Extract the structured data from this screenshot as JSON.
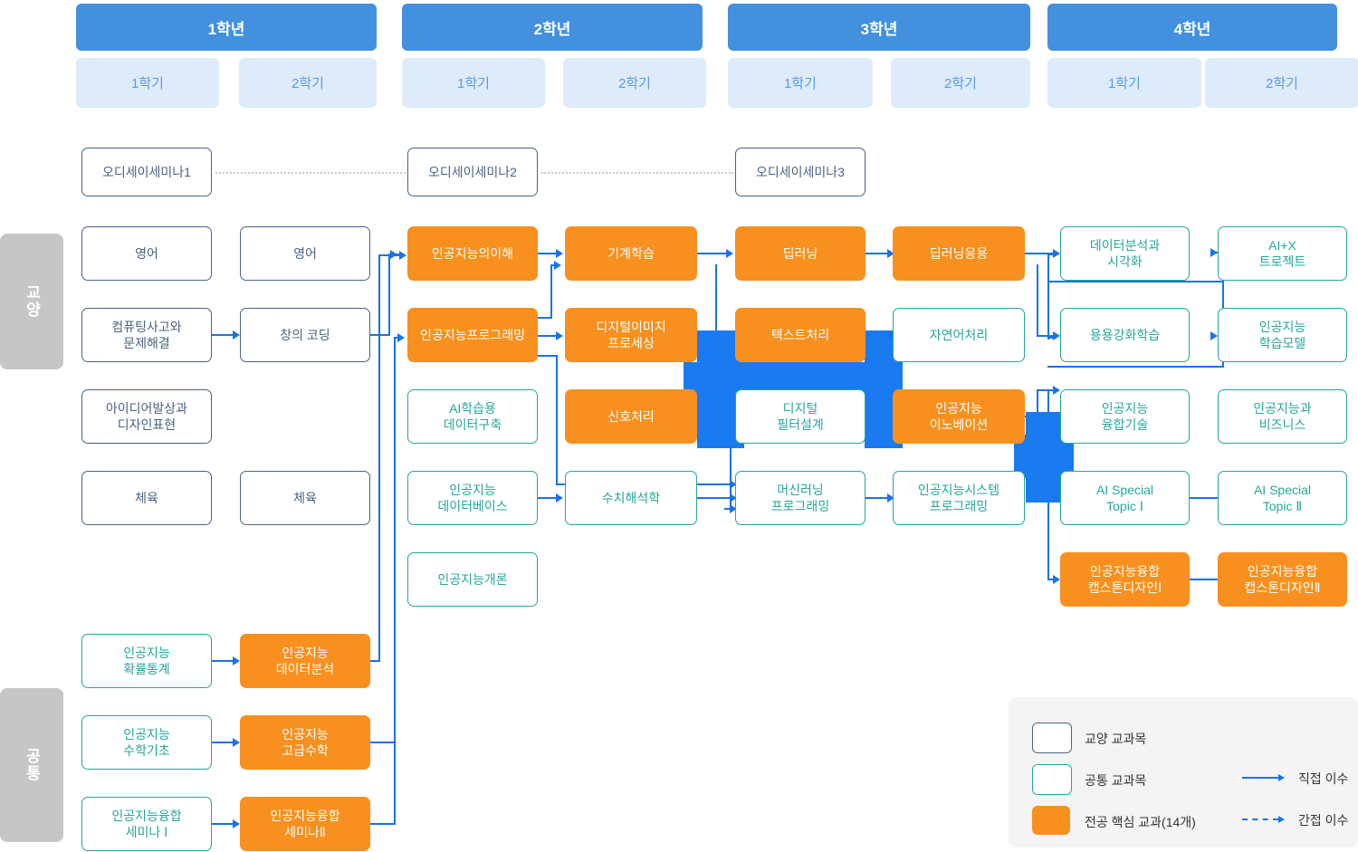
{
  "header": {
    "years": [
      {
        "label": "1학년",
        "semesters": [
          "1학기",
          "2학기"
        ]
      },
      {
        "label": "2학년",
        "semesters": [
          "1학기",
          "2학기"
        ]
      },
      {
        "label": "3학년",
        "semesters": [
          "1학기",
          "2학기"
        ]
      },
      {
        "label": "4학년",
        "semesters": [
          "1학기",
          "2학기"
        ]
      }
    ]
  },
  "rails": [
    {
      "label": "교양"
    },
    {
      "label": "공통"
    }
  ],
  "seminars": [
    {
      "label": "오디세이세미나1"
    },
    {
      "label": "오디세이세미나2"
    },
    {
      "label": "오디세이세미나3"
    }
  ],
  "courses": {
    "y1s1": [
      {
        "label": "영어",
        "type": "gen"
      },
      {
        "label": "컴퓨팅사고와\n문제해결",
        "type": "gen"
      },
      {
        "label": "아이디어발상과\n디자인표현",
        "type": "gen"
      },
      {
        "label": "체육",
        "type": "gen"
      }
    ],
    "y1s2": [
      {
        "label": "영어",
        "type": "gen"
      },
      {
        "label": "창의 코딩",
        "type": "gen"
      },
      {
        "label": "체육",
        "type": "gen"
      }
    ],
    "y1s1_common": [
      {
        "label": "인공지능\n확률통계",
        "type": "com"
      },
      {
        "label": "인공지능\n수학기초",
        "type": "com"
      },
      {
        "label": "인공지능융합\n세미나 Ⅰ",
        "type": "com"
      }
    ],
    "y1s2_common": [
      {
        "label": "인공지능\n데이터분석",
        "type": "maj"
      },
      {
        "label": "인공지능\n고급수학",
        "type": "maj"
      },
      {
        "label": "인공지능융합\n세미나Ⅱ",
        "type": "maj"
      }
    ],
    "y2s1": [
      {
        "label": "인공지능의이해",
        "type": "maj"
      },
      {
        "label": "인공지능프로그래밍",
        "type": "maj"
      },
      {
        "label": "AI학습용\n데이터구축",
        "type": "com"
      },
      {
        "label": "인공지능\n데이터베이스",
        "type": "com"
      },
      {
        "label": "인공지능개론",
        "type": "com"
      }
    ],
    "y2s2": [
      {
        "label": "기계학습",
        "type": "maj"
      },
      {
        "label": "디지털이미지\n프로세싱",
        "type": "maj"
      },
      {
        "label": "신호처리",
        "type": "maj"
      },
      {
        "label": "수치해석학",
        "type": "com"
      }
    ],
    "y3s1": [
      {
        "label": "딥러닝",
        "type": "maj"
      },
      {
        "label": "텍스트처리",
        "type": "maj"
      },
      {
        "label": "디지털\n필터설계",
        "type": "com"
      },
      {
        "label": "머신러닝\n프로그래밍",
        "type": "com"
      }
    ],
    "y3s2": [
      {
        "label": "딥러닝응용",
        "type": "maj"
      },
      {
        "label": "자연어처리",
        "type": "com"
      },
      {
        "label": "인공지능\n이노베이션",
        "type": "maj"
      },
      {
        "label": "인공지능시스템\n프로그래밍",
        "type": "com"
      }
    ],
    "y4s1": [
      {
        "label": "데이터분석과\n시각화",
        "type": "com"
      },
      {
        "label": "용용강화학습",
        "type": "com"
      },
      {
        "label": "인공지능\n융합기술",
        "type": "com"
      },
      {
        "label": "AI Special\nTopic Ⅰ",
        "type": "com"
      },
      {
        "label": "인공지능융합\n캡스톤디자인Ⅰ",
        "type": "maj"
      }
    ],
    "y4s2": [
      {
        "label": "AI+X\n트로젝트",
        "type": "com"
      },
      {
        "label": "인공지능\n학습모델",
        "type": "com"
      },
      {
        "label": "인공지능과\n비즈니스",
        "type": "com"
      },
      {
        "label": "AI Special\nTopic Ⅱ",
        "type": "com"
      },
      {
        "label": "인공지능융합\n캡스톤디자인Ⅱ",
        "type": "maj"
      }
    ]
  },
  "legend": {
    "items": [
      {
        "label": "교양 교과목",
        "swatch": "gen"
      },
      {
        "label": "공통 교과목",
        "swatch": "com"
      },
      {
        "label": "전공 핵심 교과(14개)",
        "swatch": "maj"
      }
    ],
    "lines": [
      {
        "label": "직접 이수",
        "style": "solid"
      },
      {
        "label": "간접 이수",
        "style": "dashed"
      }
    ]
  },
  "colors": {
    "year_header": "#4290DE",
    "semester_header": "#DEEBFA",
    "general": "#4A6382",
    "common": "#26A69A",
    "major": "#F7901E",
    "arrow": "#1A73E8",
    "rail": "#C6C6C6"
  }
}
